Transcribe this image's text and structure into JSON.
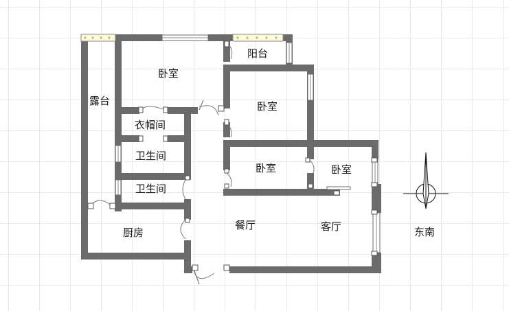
{
  "rooms": {
    "terrace": "露台",
    "balcony": "阳台",
    "bedroom_main": "卧室",
    "bedroom_east": "卧室",
    "bedroom_mid": "卧室",
    "bedroom_small": "卧室",
    "cloakroom": "衣帽间",
    "bathroom_1": "卫生间",
    "bathroom_2": "卫生间",
    "kitchen": "厨房",
    "dining": "餐厅",
    "living": "客厅"
  },
  "compass": {
    "label": "东南"
  },
  "colors": {
    "wall": "#6b6b6b",
    "grid": "#e9e9e9",
    "bay_window": "#fffbd9"
  }
}
